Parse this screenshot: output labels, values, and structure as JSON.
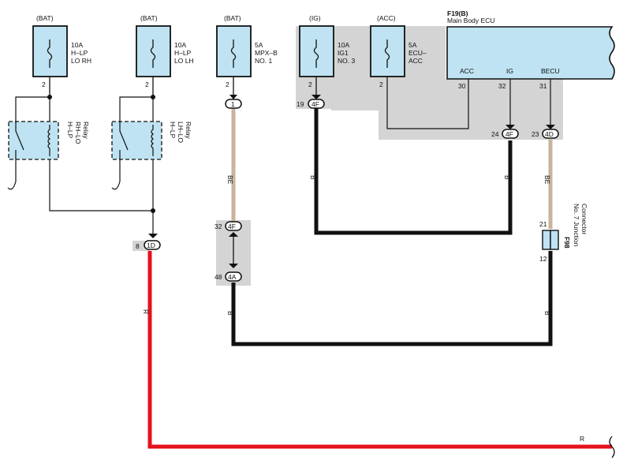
{
  "sources": {
    "bat1": "(BAT)",
    "bat2": "(BAT)",
    "bat3": "(BAT)",
    "ig": "(IG)",
    "acc": "(ACC)"
  },
  "fuses": {
    "f1": {
      "l1": "10A",
      "l2": "H–LP",
      "l3": "LO RH",
      "pin": "2"
    },
    "f2": {
      "l1": "10A",
      "l2": "H–LP",
      "l3": "LO LH",
      "pin": "2"
    },
    "f3": {
      "l1": "5A",
      "l2": "MPX–B",
      "l3": "NO. 1",
      "pin": "2"
    },
    "f4": {
      "l1": "10A",
      "l2": "IG1",
      "l3": "NO. 3",
      "pin": "2"
    },
    "f5": {
      "l1": "5A",
      "l2": "ECU–",
      "l3": "ACC",
      "pin": "2"
    }
  },
  "ecu": {
    "id": "F19(B)",
    "name": "Main Body ECU",
    "pins": {
      "acc": "ACC",
      "ig": "IG",
      "becu": "BECU"
    },
    "pin_nums": {
      "acc": "30",
      "ig": "32",
      "becu": "31"
    }
  },
  "relays": {
    "r1": {
      "l1": "H–LP",
      "l2": "RH–LO",
      "l3": "Relay"
    },
    "r2": {
      "l1": "H–LP",
      "l2": "LH–LO",
      "l3": "Relay"
    }
  },
  "junction": {
    "id": "F98",
    "name1": "No. 7 Junction",
    "name2": "Connector",
    "pin_top": "21",
    "pin_bottom": "12"
  },
  "connectors": {
    "c1": {
      "label": "1",
      "pin": ""
    },
    "c1d": {
      "label": "1D",
      "pin": "8"
    },
    "c4f_19": {
      "label": "4F",
      "pin": "19"
    },
    "c4f_24": {
      "label": "4F",
      "pin": "24"
    },
    "c4d": {
      "label": "4D",
      "pin": "23"
    },
    "c4f_32": {
      "label": "4F",
      "pin": "32"
    },
    "c4a": {
      "label": "4A",
      "pin": "48"
    }
  },
  "wires": {
    "w_be1": "BE",
    "w_b1": "B",
    "w_b2": "B",
    "w_be2": "BE",
    "w_b3": "B",
    "w_b4": "B",
    "w_r1": "R",
    "w_r2": "R"
  },
  "colors": {
    "red_wire": "#e3121b",
    "black_wire": "#111111",
    "beige_wire": "#c8b49a",
    "fuse_fill": "#bfe3f2",
    "gray_zone": "#d4d4d4"
  }
}
